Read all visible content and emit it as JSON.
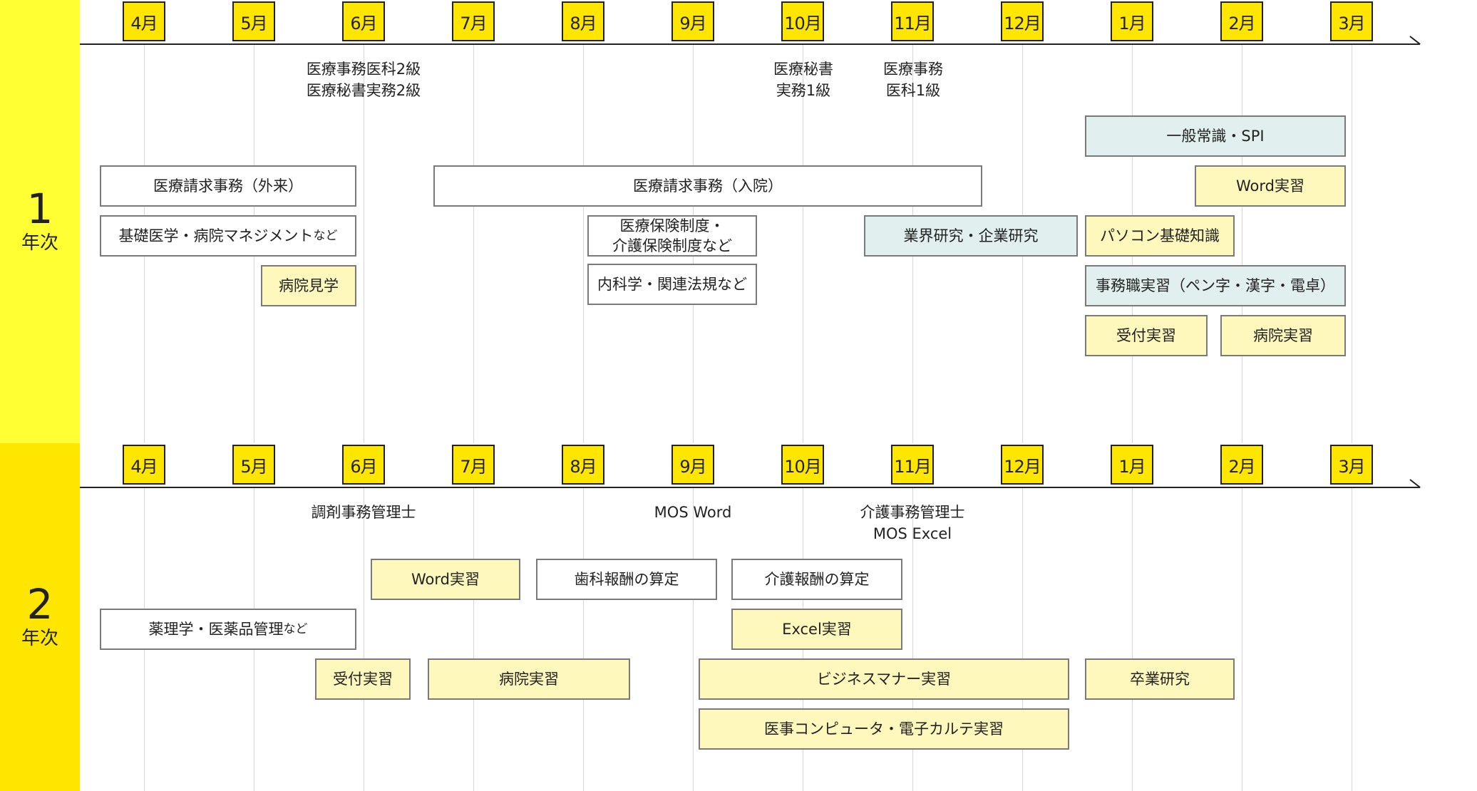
{
  "colors": {
    "year1_band": "#ffff33",
    "year2_band": "#ffe600",
    "month_fill": "#ffe600",
    "course_white": "#ffffff",
    "course_yellow": "#fff8bc",
    "course_blue": "#e1efee",
    "box_border": "#7a7a7a"
  },
  "months": [
    "4月",
    "5月",
    "6月",
    "7月",
    "8月",
    "9月",
    "10月",
    "11月",
    "12月",
    "1月",
    "2月",
    "3月"
  ],
  "years": [
    {
      "number": "1",
      "label": "年次",
      "certifications": [
        {
          "text": "医療事務医科2級\n医療秘書実務2級"
        },
        {
          "text": "医療秘書\n実務1級"
        },
        {
          "text": "医療事務\n医科1級"
        }
      ],
      "courses": [
        {
          "text": "医療請求事務（外来）"
        },
        {
          "text": "基礎医学・病院マネジメント",
          "suffix": "など"
        },
        {
          "text": "病院見学"
        },
        {
          "text": "医療請求事務（入院）"
        },
        {
          "text": "医療保険制度・\n介護保険制度など"
        },
        {
          "text": "内科学・関連法規など"
        },
        {
          "text": "業界研究・企業研究"
        },
        {
          "text": "一般常識・SPI"
        },
        {
          "text": "Word実習"
        },
        {
          "text": "パソコン基礎知識"
        },
        {
          "text": "事務職実習（ペン字・漢字・電卓）"
        },
        {
          "text": "受付実習"
        },
        {
          "text": "病院実習"
        }
      ]
    },
    {
      "number": "2",
      "label": "年次",
      "certifications": [
        {
          "text": "調剤事務管理士"
        },
        {
          "text": "MOS Word"
        },
        {
          "text": "介護事務管理士\nMOS Excel"
        }
      ],
      "courses": [
        {
          "text": "Word実習"
        },
        {
          "text": "歯科報酬の算定"
        },
        {
          "text": "介護報酬の算定"
        },
        {
          "text": "薬理学・医薬品管理",
          "suffix": "など"
        },
        {
          "text": "Excel実習"
        },
        {
          "text": "受付実習"
        },
        {
          "text": "病院実習"
        },
        {
          "text": "ビジネスマナー実習"
        },
        {
          "text": "卒業研究"
        },
        {
          "text": "医事コンピュータ・電子カルテ実習"
        }
      ]
    }
  ]
}
